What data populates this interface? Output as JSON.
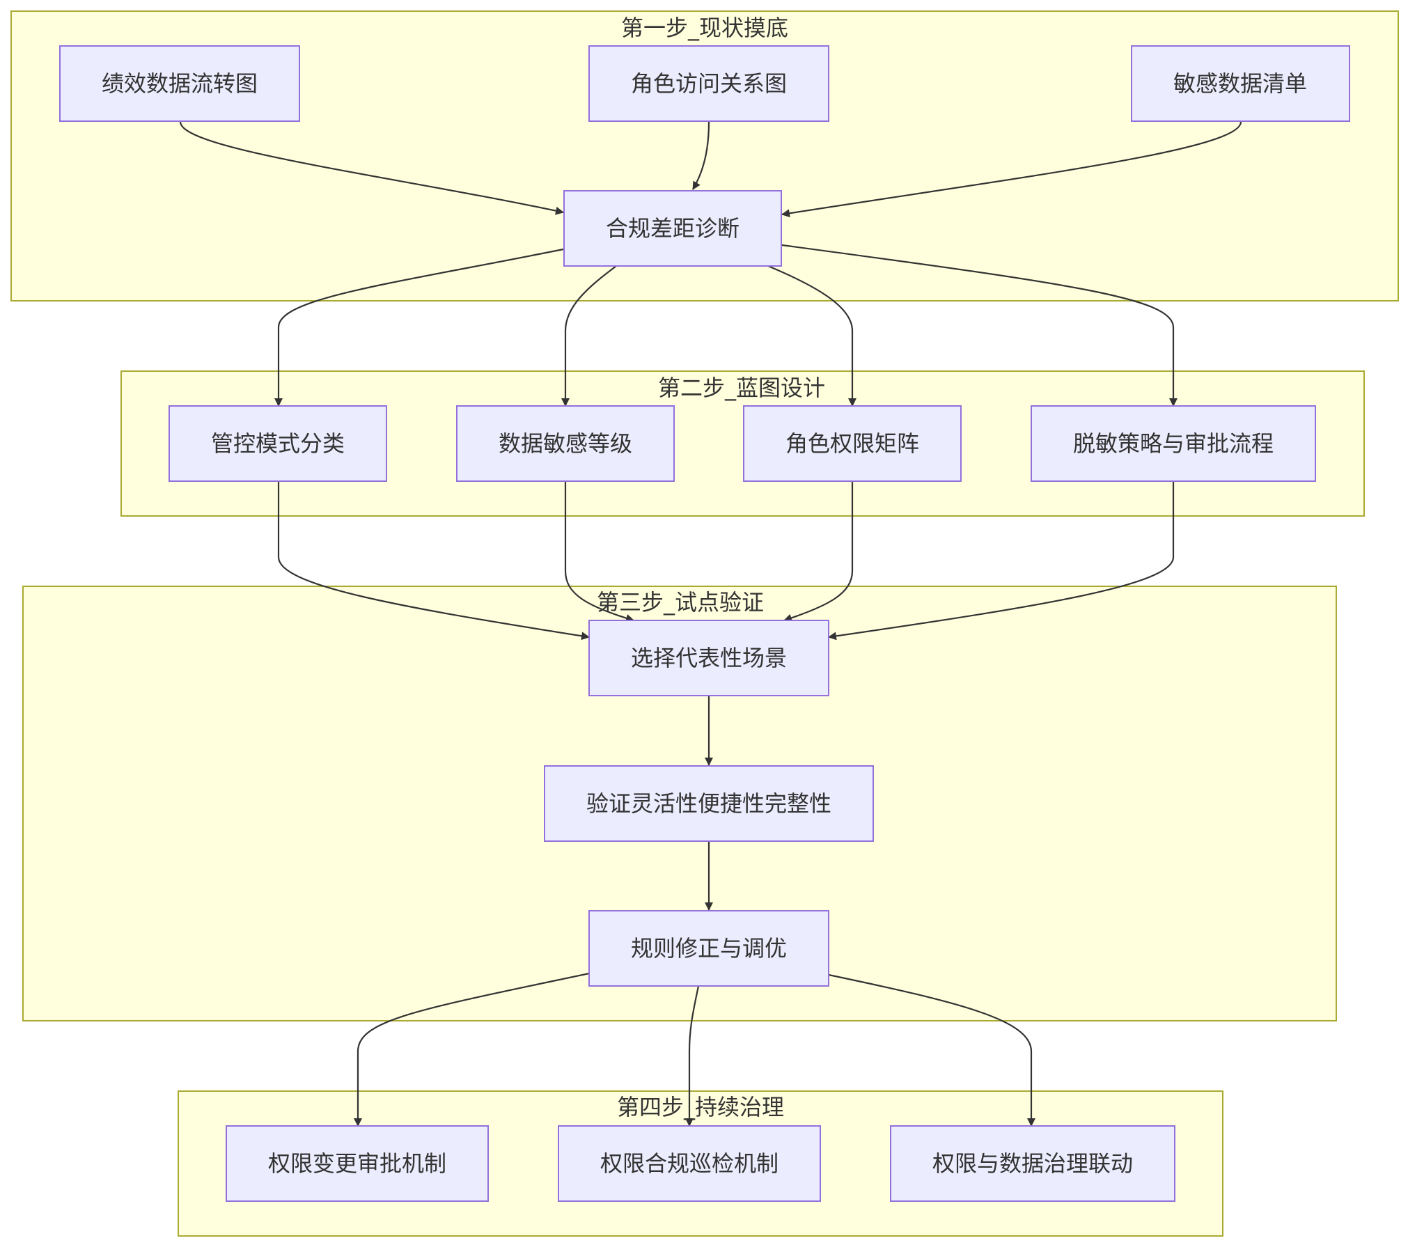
{
  "colors": {
    "cluster_fill": "#ffffde",
    "cluster_stroke": "#aaaa33",
    "node_fill": "#ececff",
    "node_stroke": "#9370db",
    "text": "#333333",
    "edge": "#333333"
  },
  "clusters": [
    {
      "id": "step1",
      "title": "第一步_现状摸底"
    },
    {
      "id": "step2",
      "title": "第二步_蓝图设计"
    },
    {
      "id": "step3",
      "title": "第三步_试点验证"
    },
    {
      "id": "step4",
      "title": "第四步_持续治理"
    }
  ],
  "nodes": [
    {
      "id": "n1",
      "label": "绩效数据流转图",
      "cluster": "step1"
    },
    {
      "id": "n2",
      "label": "角色访问关系图",
      "cluster": "step1"
    },
    {
      "id": "n3",
      "label": "敏感数据清单",
      "cluster": "step1"
    },
    {
      "id": "n4",
      "label": "合规差距诊断",
      "cluster": "step1"
    },
    {
      "id": "n5",
      "label": "管控模式分类",
      "cluster": "step2"
    },
    {
      "id": "n6",
      "label": "数据敏感等级",
      "cluster": "step2"
    },
    {
      "id": "n7",
      "label": "角色权限矩阵",
      "cluster": "step2"
    },
    {
      "id": "n8",
      "label": "脱敏策略与审批流程",
      "cluster": "step2"
    },
    {
      "id": "n9",
      "label": "选择代表性场景",
      "cluster": "step3"
    },
    {
      "id": "n10",
      "label": "验证灵活性便捷性完整性",
      "cluster": "step3"
    },
    {
      "id": "n11",
      "label": "规则修正与调优",
      "cluster": "step3"
    },
    {
      "id": "n12",
      "label": "权限变更审批机制",
      "cluster": "step4"
    },
    {
      "id": "n13",
      "label": "权限合规巡检机制",
      "cluster": "step4"
    },
    {
      "id": "n14",
      "label": "权限与数据治理联动",
      "cluster": "step4"
    }
  ],
  "edges": [
    {
      "from": "n1",
      "to": "n4"
    },
    {
      "from": "n2",
      "to": "n4"
    },
    {
      "from": "n3",
      "to": "n4"
    },
    {
      "from": "n4",
      "to": "n5"
    },
    {
      "from": "n4",
      "to": "n6"
    },
    {
      "from": "n4",
      "to": "n7"
    },
    {
      "from": "n4",
      "to": "n8"
    },
    {
      "from": "n5",
      "to": "n9"
    },
    {
      "from": "n6",
      "to": "n9"
    },
    {
      "from": "n7",
      "to": "n9"
    },
    {
      "from": "n8",
      "to": "n9"
    },
    {
      "from": "n9",
      "to": "n10"
    },
    {
      "from": "n10",
      "to": "n11"
    },
    {
      "from": "n11",
      "to": "n12"
    },
    {
      "from": "n11",
      "to": "n13"
    },
    {
      "from": "n11",
      "to": "n14"
    }
  ]
}
